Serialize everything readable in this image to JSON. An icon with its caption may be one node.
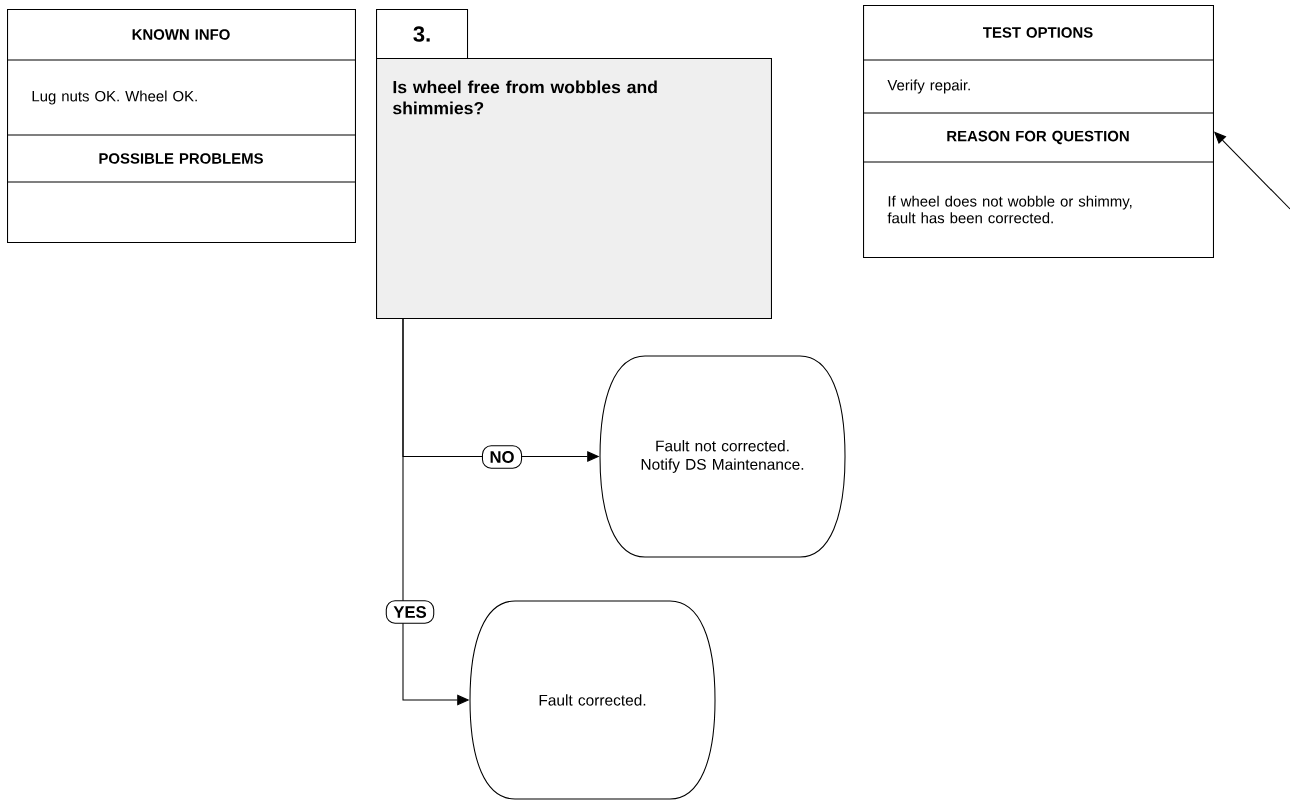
{
  "diagram": {
    "nodes": [
      {
        "text": [
          "KNOWN INFO",
          "Lug nuts OK. Wheel OK.",
          "POSSIBLE PROBLEMS"
        ]
      },
      {
        "text": [
          "3."
        ]
      },
      {
        "text": [
          "Is wheel free from wobbles and shimmies?"
        ]
      },
      {
        "text": [
          "TEST OPTIONS",
          "Verify repair.",
          "REASON FOR QUESTION",
          "If wheel does not wobble or shimmy, fault has been corrected."
        ]
      },
      {
        "text": [
          "Fault not corrected. Notify DS Maintenance."
        ]
      },
      {
        "text": [
          "Fault corrected."
        ]
      }
    ],
    "edges": [
      {
        "from": 2,
        "to": 4,
        "arrow": "to",
        "label": "NO"
      },
      {
        "from": 2,
        "to": 5,
        "arrow": "to",
        "label": "YES"
      },
      {
        "from": null,
        "to": 3,
        "arrow": "to"
      }
    ]
  }
}
